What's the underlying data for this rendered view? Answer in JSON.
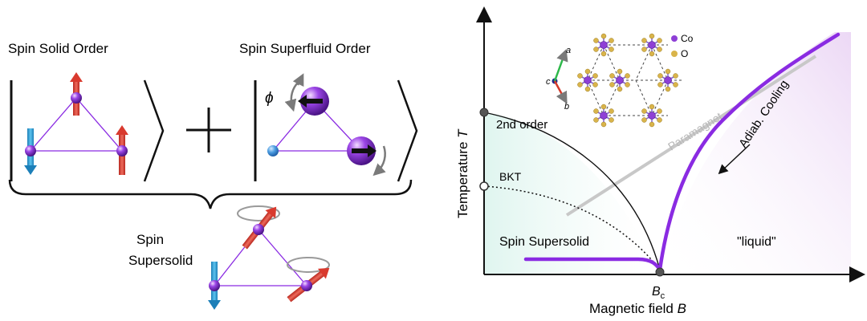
{
  "left": {
    "solid_title": "Spin Solid Order",
    "superfluid_title": "Spin Superfluid Order",
    "phi_symbol": "ϕ",
    "supersolid_line1": "Spin",
    "supersolid_line2": "Supersolid"
  },
  "chart": {
    "y_axis_label": "Temperature",
    "y_axis_symbol": "T",
    "x_axis_label": "Magnetic field",
    "x_axis_symbol": "B",
    "bc_main": "B",
    "bc_sub": "c",
    "second_order_label": "2nd order",
    "bkt_label": "BKT",
    "paramagnet_label": "Paramagnet",
    "cooling_label": "Adiab. Cooling",
    "supersolid_region_label": "Spin Supersolid",
    "liquid_region_label": "\"liquid\"",
    "lattice_axes": [
      "a",
      "b",
      "c"
    ],
    "legend": [
      {
        "label": "Co",
        "color": "#8e3fd6"
      },
      {
        "label": "O",
        "color": "#d9b44a"
      }
    ]
  },
  "colors": {
    "purple": "#8a2be2",
    "spin_red": "#e0473a",
    "spin_blue": "#2aa0d8",
    "arrow_gray": "#7a7a7a",
    "paramagnet_gray": "#c8c8c8"
  }
}
